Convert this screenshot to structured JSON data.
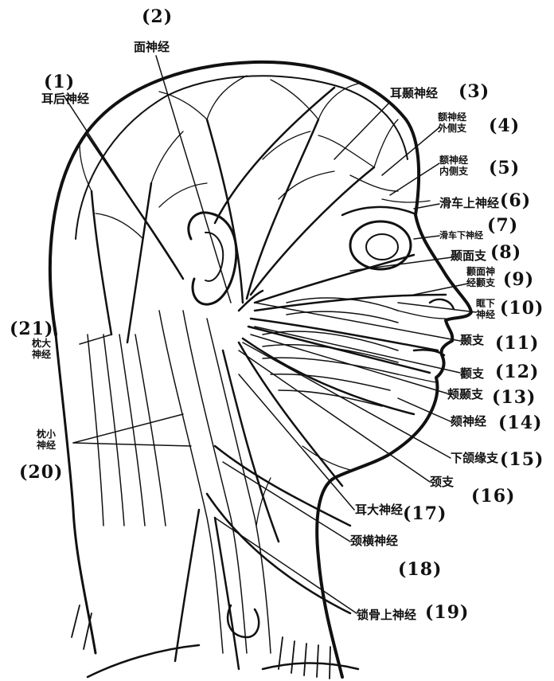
{
  "labels": [
    {
      "num": "(1)",
      "name": "耳后神经"
    },
    {
      "num": "(2)",
      "name": "面神经"
    },
    {
      "num": "(3)",
      "name": "耳颞神经"
    },
    {
      "num": "(4)",
      "name_line1": "额神经",
      "name_line2": "外侧支"
    },
    {
      "num": "(5)",
      "name_line1": "额神经",
      "name_line2": "内侧支"
    },
    {
      "num": "(6)",
      "name": "滑车上神经"
    },
    {
      "num": "(7)",
      "name": "滑车下神经"
    },
    {
      "num": "(8)",
      "name": "颞面支"
    },
    {
      "num": "(9)",
      "name_line1": "颧面神",
      "name_line2": "经颧支"
    },
    {
      "num": "(10)",
      "name_line1": "眶下",
      "name_line2": "神经"
    },
    {
      "num": "(11)",
      "name": "颞支"
    },
    {
      "num": "(12)",
      "name": "颧支"
    },
    {
      "num": "(13)",
      "name": "颊颞支"
    },
    {
      "num": "(14)",
      "name": "颏神经"
    },
    {
      "num": "(15)",
      "name": "下颌缘支"
    },
    {
      "num": "(16)",
      "name": "颈支"
    },
    {
      "num": "(17)",
      "name": "耳大神经"
    },
    {
      "num": "(18)",
      "name": "颈横神经"
    },
    {
      "num": "(19)",
      "name": "锁骨上神经"
    },
    {
      "num": "(20)"
    },
    {
      "num": "(21)",
      "name_line1": "枕大",
      "name_line2": "神经"
    },
    {
      "name_line1": "枕小",
      "name_line2": "神经"
    }
  ]
}
